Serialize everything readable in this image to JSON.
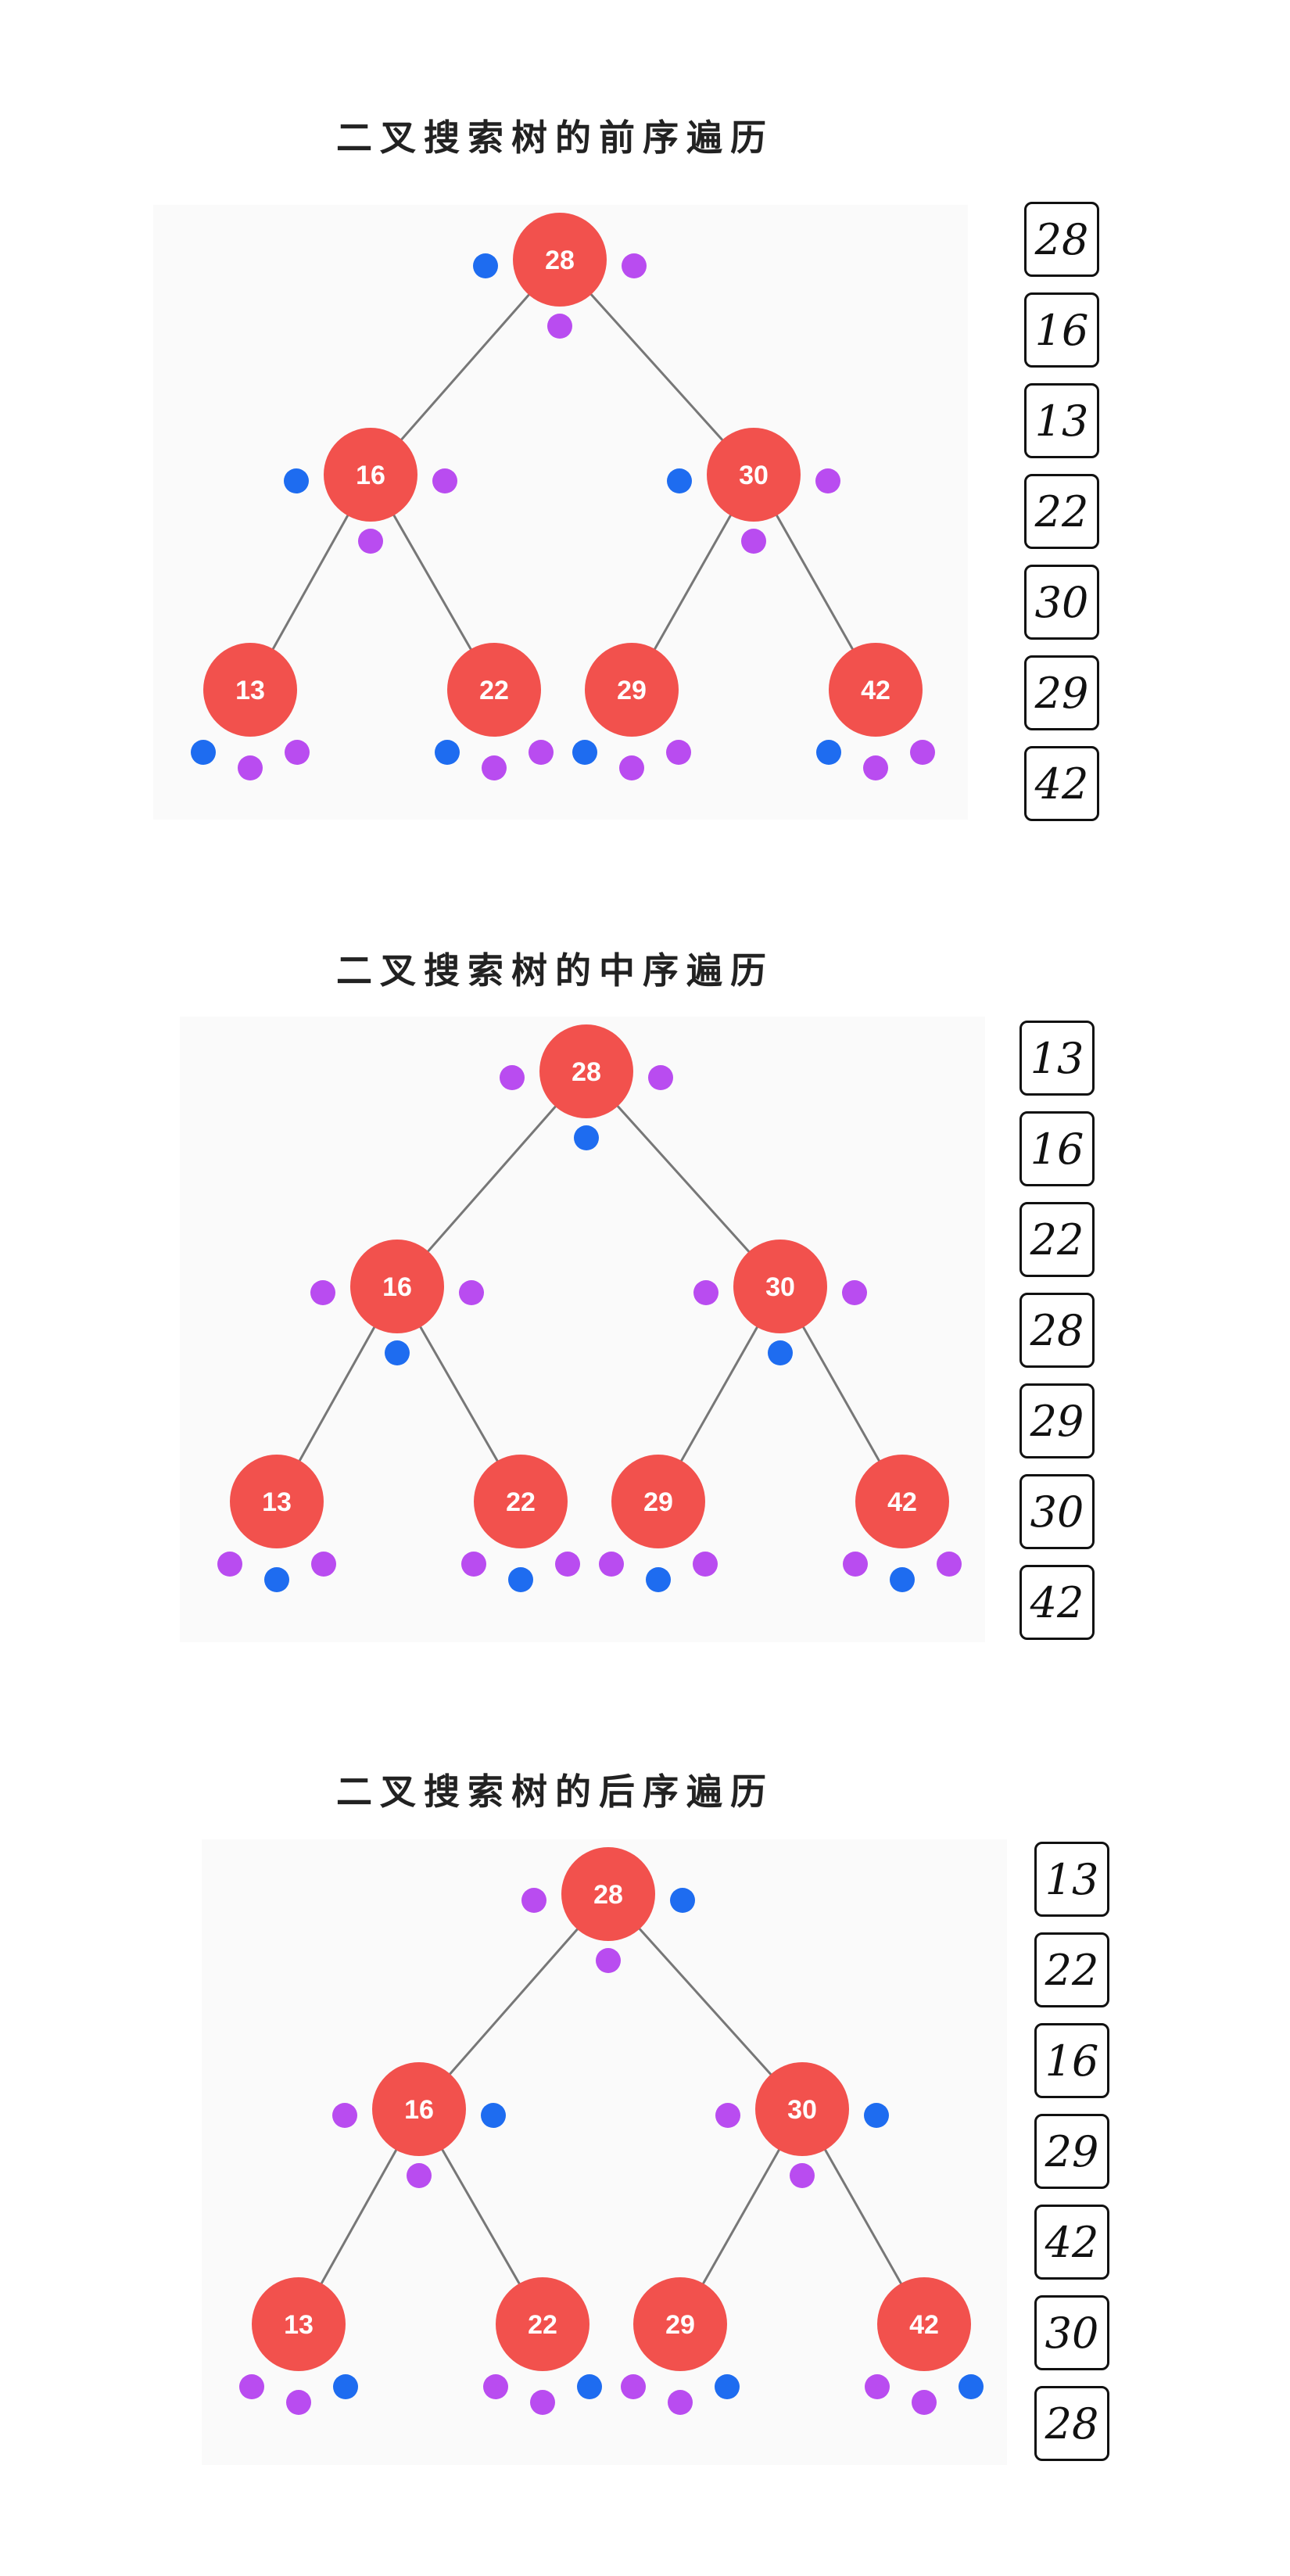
{
  "colors": {
    "node": "#f2514d",
    "edge": "#777777",
    "blue_dot": "#1e6cf0",
    "purple_dot": "#b94cf0"
  },
  "tree": {
    "nodes": [
      "28",
      "16",
      "30",
      "13",
      "22",
      "29",
      "42"
    ],
    "edges": [
      [
        "28",
        "16"
      ],
      [
        "28",
        "30"
      ],
      [
        "16",
        "13"
      ],
      [
        "16",
        "22"
      ],
      [
        "30",
        "29"
      ],
      [
        "30",
        "42"
      ]
    ]
  },
  "sections": [
    {
      "title": "二叉搜索树的前序遍历",
      "blue_dot_position": "left",
      "sequence": [
        "28",
        "16",
        "13",
        "22",
        "30",
        "29",
        "42"
      ]
    },
    {
      "title": "二叉搜索树的中序遍历",
      "blue_dot_position": "bottom",
      "sequence": [
        "13",
        "16",
        "22",
        "28",
        "29",
        "30",
        "42"
      ]
    },
    {
      "title": "二叉搜索树的后序遍历",
      "blue_dot_position": "right",
      "sequence": [
        "13",
        "22",
        "16",
        "29",
        "42",
        "30",
        "28"
      ]
    }
  ]
}
